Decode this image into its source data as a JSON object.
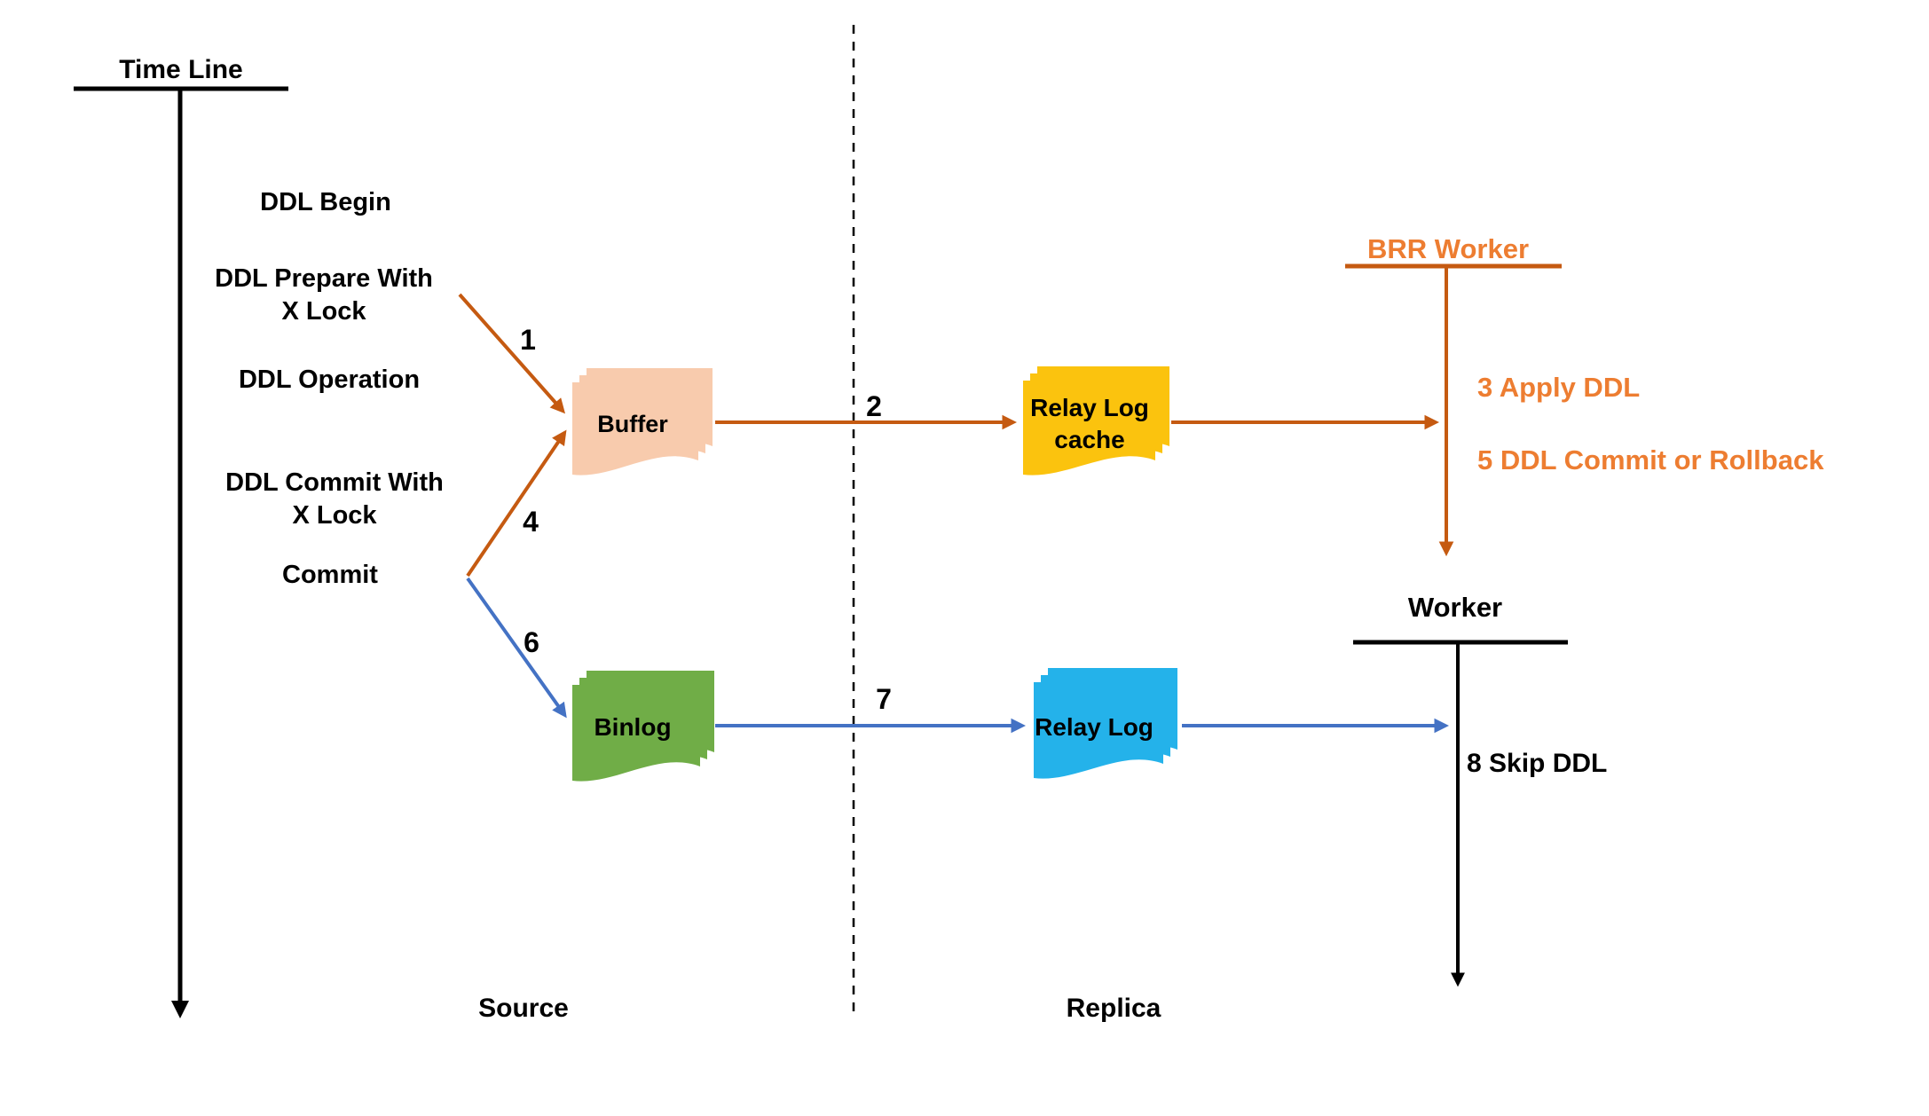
{
  "timeline": {
    "label": "Time Line",
    "events": [
      "DDL Begin",
      "DDL Prepare With\nX Lock",
      "DDL Operation",
      "DDL Commit With\nX Lock",
      "Commit"
    ]
  },
  "nodes": {
    "buffer": {
      "label": "Buffer"
    },
    "relay_log_cache": {
      "label": "Relay Log\ncache"
    },
    "binlog": {
      "label": "Binlog"
    },
    "relay_log": {
      "label": "Relay Log"
    }
  },
  "lanes": {
    "brr_worker": {
      "label": "BRR Worker",
      "steps": [
        "3 Apply DDL",
        "5 DDL Commit or Rollback"
      ]
    },
    "worker": {
      "label": "Worker",
      "steps": [
        "8 Skip DDL"
      ]
    }
  },
  "step_numbers": {
    "n1": "1",
    "n2": "2",
    "n4": "4",
    "n6": "6",
    "n7": "7"
  },
  "regions": {
    "source": "Source",
    "replica": "Replica"
  },
  "colors": {
    "black": "#000000",
    "orange_line": "#C55A11",
    "orange_text": "#ED7D31",
    "blue_line": "#4472C4",
    "buffer_fill": "#F8CBAD",
    "relay_log_cache_fill": "#FBC30E",
    "binlog_fill": "#70AD47",
    "relay_log_fill": "#24B2EA",
    "divider": "#000000",
    "background": "#FFFFFF"
  }
}
